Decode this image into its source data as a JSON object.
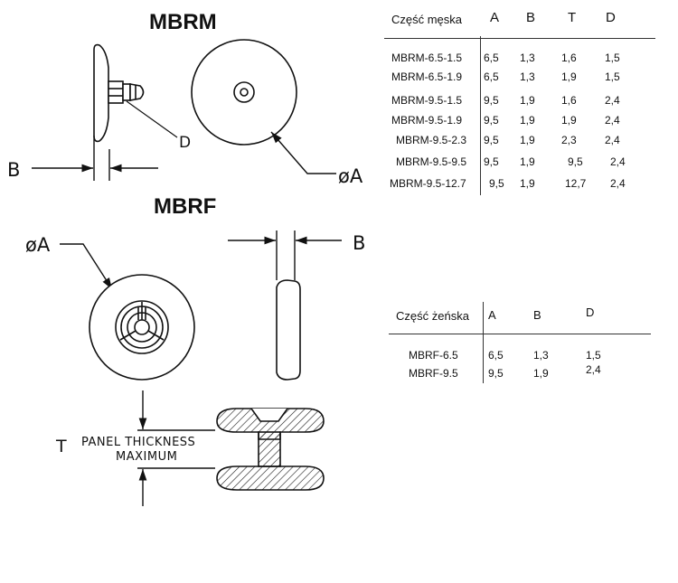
{
  "figure": {
    "mbrm_title": "MBRM",
    "mbrf_title": "MBRF",
    "dim_b": "B",
    "dim_d": "D",
    "dim_phi_a": "øA",
    "dim_phi_a_left": "øA",
    "dim_b_right": "B",
    "dim_t": "T",
    "panel_note_line1": "PANEL  THICKNESS",
    "panel_note_line2": "MAXIMUM"
  },
  "male_table": {
    "headers": [
      "Część męska",
      "A",
      "B",
      "T",
      "D"
    ],
    "rows": [
      [
        "MBRM-6.5-1.5",
        "6,5",
        "1,3",
        "1,6",
        "1,5"
      ],
      [
        "MBRM-6.5-1.9",
        "6,5",
        "1,3",
        "1,9",
        "1,5"
      ],
      [
        "MBRM-9.5-1.5",
        "9,5",
        "1,9",
        "1,6",
        "2,4"
      ],
      [
        "MBRM-9.5-1.9",
        "9,5",
        "1,9",
        "1,9",
        "2,4"
      ],
      [
        "MBRM-9.5-2.3",
        "9,5",
        "1,9",
        "2,3",
        "2,4"
      ],
      [
        "MBRM-9.5-9.5",
        "9,5",
        "1,9",
        "9,5",
        "2,4"
      ],
      [
        "MBRM-9.5-12.7",
        "9,5",
        "1,9",
        "12,7",
        "2,4"
      ]
    ]
  },
  "female_table": {
    "headers": [
      "Część żeńska",
      "A",
      "B",
      "D"
    ],
    "rows": [
      [
        "MBRF-6.5",
        "6,5",
        "1,3",
        "1,5"
      ],
      [
        "MBRF-9.5",
        "9,5",
        "1,9",
        "2,4"
      ]
    ]
  }
}
